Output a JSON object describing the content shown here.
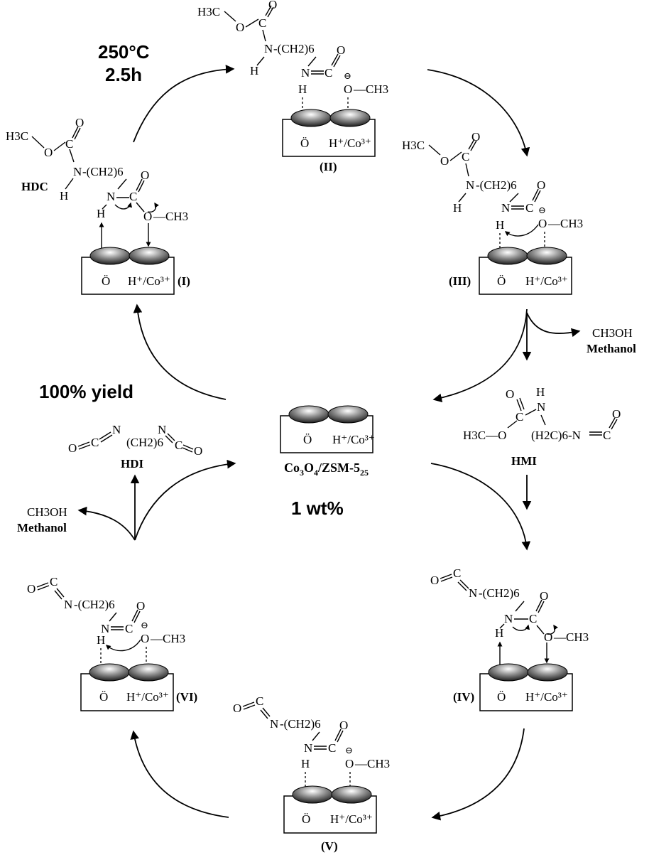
{
  "conditions": {
    "temperature": "250°C",
    "time": "2.5h",
    "yield": "100% yield",
    "loading": "1 wt%"
  },
  "catalyst": {
    "label": "Co3O4/ZSM-525",
    "label_main": "Co",
    "label_sub1": "3",
    "label_mid": "O",
    "label_sub2": "4",
    "label_rest": "/ZSM-5",
    "label_sub3": "25",
    "site_o": "Ö",
    "site_h": "H⁺/Co³⁺"
  },
  "intermediates": [
    "(I)",
    "(II)",
    "(III)",
    "(IV)",
    "(V)",
    "(VI)"
  ],
  "molecules": {
    "hdc": "HDC",
    "hmi": "HMI",
    "hdi": "HDI",
    "methanol_formula": "CH3OH",
    "methanol_name": "Methanol"
  },
  "fragments": {
    "h3c": "H3C",
    "ch3": "CH3",
    "chain": "(CH2)6",
    "chain_rev": "(H2C)6",
    "n": "N",
    "h": "H",
    "c": "C",
    "o": "O",
    "o_anion": "O",
    "minus": "⊖"
  }
}
